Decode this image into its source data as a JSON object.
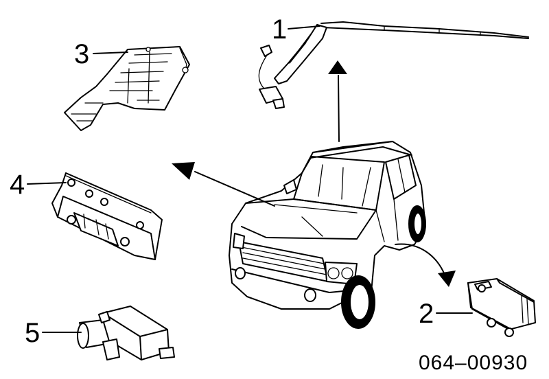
{
  "callouts": [
    {
      "id": "1",
      "label": "1"
    },
    {
      "id": "2",
      "label": "2"
    },
    {
      "id": "3",
      "label": "3"
    },
    {
      "id": "4",
      "label": "4"
    },
    {
      "id": "5",
      "label": "5"
    }
  ],
  "diagram_code": "064–00930"
}
